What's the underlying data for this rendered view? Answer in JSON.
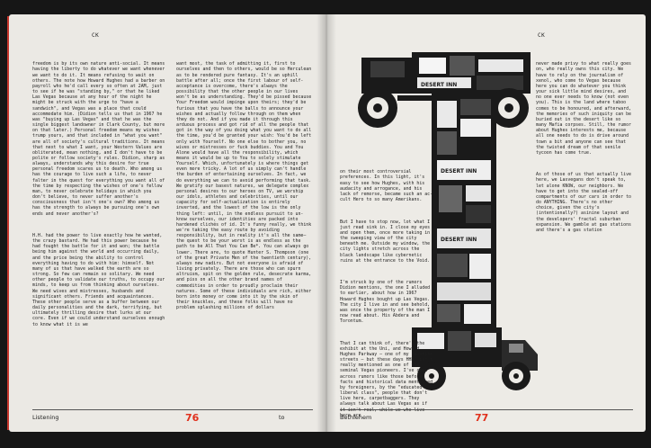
{
  "left_page": {
    "running_head": "CK",
    "columns": [
      [
        "freedom is by its own nature anti-social. It means having the liberty to do whatever we want whenever we want to do it. It means refusing to wait on others. The note how Howard Hughes had a barber on payroll who he'd call every so often at 2AM, just to see if he was \"standing by,\" or that he liked Las Vegas because at any hour of the night he might be struck with the urge to \"have a sandwich\", and Vegas was a place that could accommodate him. (Didion tells us that in 1967 he was \"buying up Las Vegas\" and that he was the single biggest landowner in Clark County, but more on that later.) Personal freedom means my wishes trump yours, and that included in \"what you want\" are all of society's cultural traditions. It means that next to what I want, your Western Values are obliterated, mean nothing, and I don't have to be polite or follow society's rules. Didion, sharp as always, understands why this desire for true personal freedom scares us to death. Who among us has the courage to live such a life, to never falter in the quest for everything you want all of the time by respecting the wishes of one's fellow man, to never celebrate holidays in which you don't believe, to never suffer another's consciousness that isn't one's own? Who among us has the strength to always be pursuing one's own ends and never another's?",
        "H.H. had the power to live exactly how he wanted, the crazy bastard. He had this power because he had fought the battle for it and won; the battle being him against the world and occurring daily, and the price being the ability to control everything having to do with him: himself. Not many of us that have walked the earth are so strong. So few can remain so solitary. We need other people to validate our truths, to occupy our minds, to keep us from thinking about ourselves. We need wives and mistresses, husbands and significant others. Friends and acquaintances. These other people serve as a buffer between our daily personalities and the dark, terrifying, but ultimately thrilling desire that lurks at our core. Even if we could understand ourselves enough to know what it is we"
      ],
      [
        "want most, the task of admitting it, first to ourselves and then to others, would be so Herculean as to be rendered pure fantasy. It's an uphill battle after all; once the first labour of self-acceptance is overcome, there's always the possibility that the other people in our lives won't be as understanding. They'd be pissed because Your Freedom would impinge upon theirs; they'd be furious that you have the balls to announce your wishes and actually follow through on them when they do not. And if you made it through this arduous process and got rid of all the people that got in the way of you doing what you want to do all the time, you'd be granted your wish: You'd be left only with Yourself. No one else to bother you, no wives or mistresses or fuck buddies. You and You Alone would have all the responsibility, which means it would be up to You to solely stimulate Yourself. Which, unfortunately is where things get even more tricky. A lot of us simply can't handle the burden of entertaining ourselves. In fact, we do everything we can to avoid performing that task. We gratify our basest natures, we delegate complex personal desires to our heroes on TV, we worship our idols, athletes and celebrities, until our capacity for self-actualization is entirely inverted, and the lowest of the low is the only thing left: until, in the endless pursuit to un-know ourselves, our identities are packed into hardened clichés of id. It's funny really, we think we're taking the easy route by avoiding responsibility, but in reality it's all the same—the quest to be your worst is as endless as the path to be All That You Can Be*. You can always go lower. There are, to quote Hunter S. Thompson (one of the great Private Men of the twentieth century), always new nadirs. But not everyone is afraid of living privately. There are those who can spurn altruism, spit on the golden rule, desecrate karma, and piss on all the other brand names of commodities in order to proudly proclaim their natures. Some of these individuals are rich, either born into money or come into it by the skin of their knuckles, and these folks will have no problem splashing millions of dollars"
      ]
    ],
    "footer_word": "Listening",
    "folio": "76",
    "footer_connector": "to"
  },
  "right_page": {
    "running_head": "CK",
    "col_middle": [
      "on their most controversial preferences. In this light, it's easy to see how Hughes, with his audacity and arrogance, and his lack of remorse, became such an ac-cult Hero to so many Amerikans.",
      "But I have to stop now, lot what I just read sink in. I close my eyes and open them, once more taking in the sweeping view of the city beneath me. Outside my window, the city lights stretch across the black landscape like cybernetic ruins at the entrance to the Void.",
      "I'm struck by one of the rumors Didion mentions, the one I alluded to earlier, about how in 1967 Howard Hughes bought up Las Vegas. The city I live in and see behold, was once the property of the man I now read about. His Abdera and Torontum.",
      "That I can think of, there's the exhibit at the Uni, and Howard Hughes Parkway — one of my favorite streets — but these days HHRC isn't really mentioned as one of the seminal Vegas pioneers. I've come across rumors like those before, facts and historical data mentioned by foreigners, by the \"educated liberal class\", people that don't live here, carpetbaggers. They always talk about Las Vegas as if it isn't real, while we who live here are"
    ],
    "col_right": [
      "never made privy to what really goes on, who really owns this city. We have to rely on the journalism of xenol, who come to Vegas because here you can do whatever you think your sick little mind desires, and no one ever needs to know (not even you). This is the land where taboo comes to be honoured, and afterward, the memories of such iniquity can be buried out in the desert like so many Mafia corpses. Still, the rumor about Hughes interests me, because all one needs to do is drive around town a bit and anyone can see that the twisted dream of that senile tycoon has come true.",
      "As of those of us that actually live here, we Lasvegans don't speak to, let alone KNOW, our neighbors. We have to get into the sealed-off compartments of our cars in order to do ANYTHING. There's no other choice, given the city's (intentionally?) asinine layout and the developers' fractal suburban expansion. We gamble at gas stations and there's a gas station"
    ],
    "footer_word": "Bethlehem",
    "folio": "77",
    "vehicle": {
      "sign_texts": [
        "DESERT INN",
        "DESERT INN",
        "DESERT INN"
      ],
      "colors": {
        "ink": "#1a1a1a",
        "paper": "#edebe6"
      }
    }
  },
  "accent_colors": {
    "folio": "#e0301c",
    "page_edge": "#c8372d"
  }
}
